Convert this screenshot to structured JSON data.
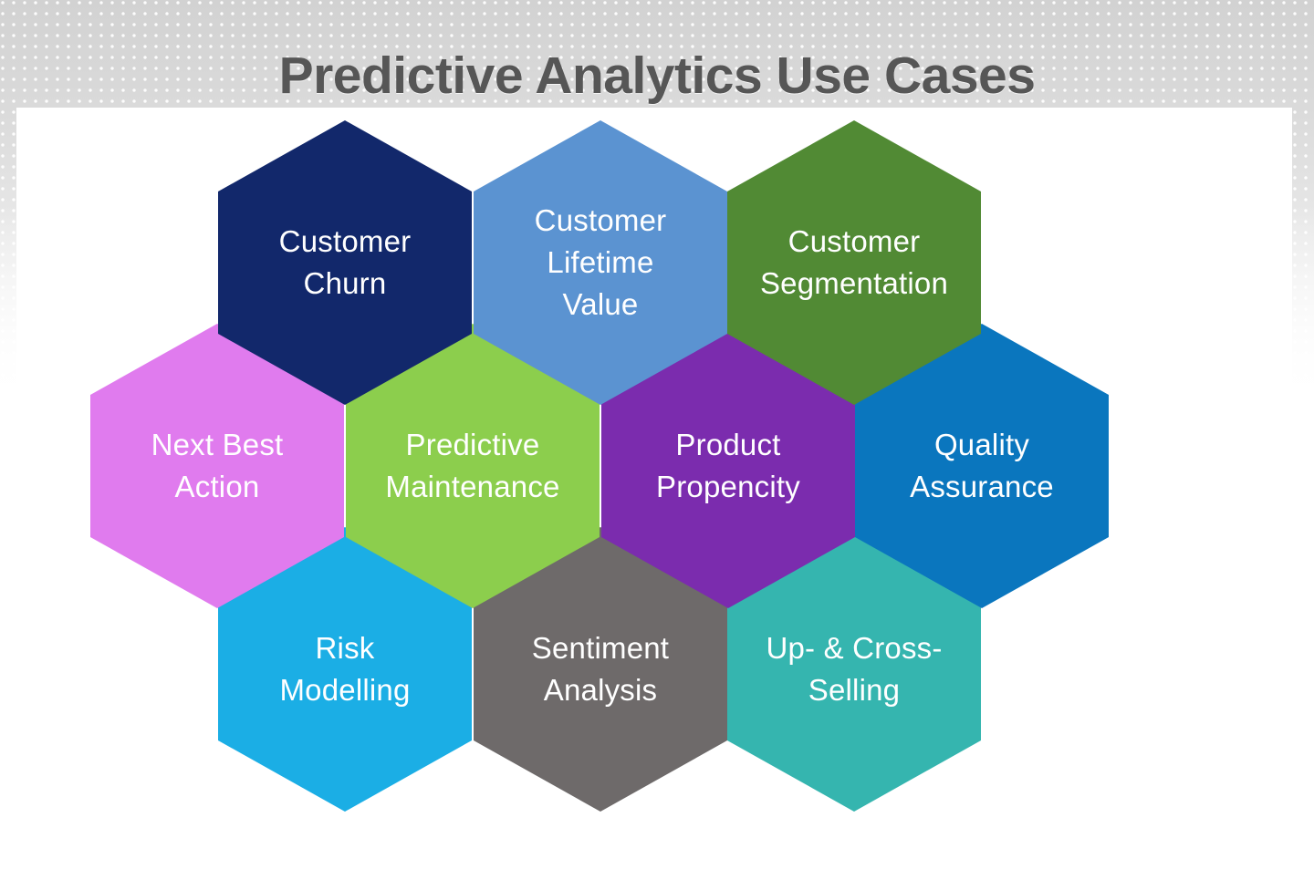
{
  "slide": {
    "title": "Predictive Analytics Use Cases",
    "background_color": "#e3e3e3",
    "panel_color": "#ffffff",
    "title_color": "#565656"
  },
  "diagram_data": {
    "type": "honeycomb",
    "shape": "hexagon",
    "rows": 3,
    "total_cells": 10,
    "label_color": "#ffffff",
    "cells": [
      {
        "row": 1,
        "col": 1,
        "label": "Customer\nChurn",
        "color": "#12286b"
      },
      {
        "row": 1,
        "col": 2,
        "label": "Customer\nLifetime\nValue",
        "color": "#5b93d1"
      },
      {
        "row": 1,
        "col": 3,
        "label": "Customer\nSegmentation",
        "color": "#518a34"
      },
      {
        "row": 2,
        "col": 1,
        "label": "Next Best\nAction",
        "color": "#e07bee"
      },
      {
        "row": 2,
        "col": 2,
        "label": "Predictive\nMaintenance",
        "color": "#8cce4d"
      },
      {
        "row": 2,
        "col": 3,
        "label": "Product\nPropencity",
        "color": "#7b2cae"
      },
      {
        "row": 2,
        "col": 4,
        "label": "Quality\nAssurance",
        "color": "#0a76be"
      },
      {
        "row": 3,
        "col": 1,
        "label": "Risk\nModelling",
        "color": "#1baee5"
      },
      {
        "row": 3,
        "col": 2,
        "label": "Sentiment\nAnalysis",
        "color": "#6e6a6a"
      },
      {
        "row": 3,
        "col": 3,
        "label": "Up- & Cross-\nSelling",
        "color": "#35b5af"
      }
    ]
  }
}
